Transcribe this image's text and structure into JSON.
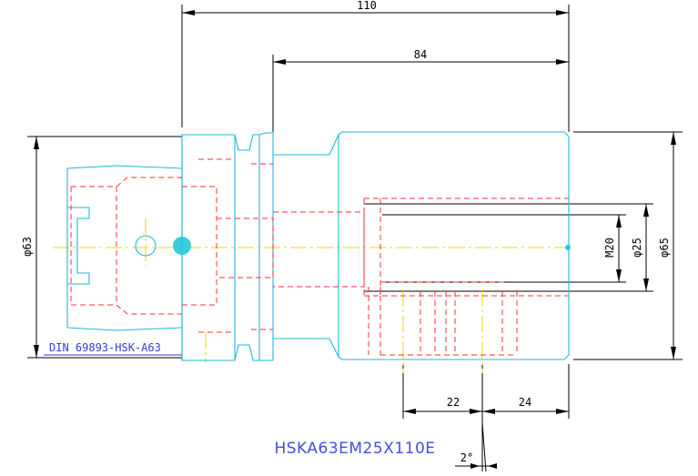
{
  "drawing": {
    "part_number": "HSKA63EM25X110E",
    "standard_note": "DIN 69893-HSK-A63",
    "dimensions": {
      "overall_length": "110",
      "body_length": "84",
      "flange_diameter": "φ63",
      "body_diameter": "φ65",
      "bore_diameter": "φ25",
      "thread": "M20",
      "screw_spacing_1": "22",
      "screw_spacing_2": "24",
      "angle": "2°"
    },
    "colors": {
      "outline": "#22b8d8",
      "hidden": "#ff3030",
      "centerline": "#e8d800",
      "dimension": "#000000",
      "annotation": "#3a3ad8"
    }
  }
}
